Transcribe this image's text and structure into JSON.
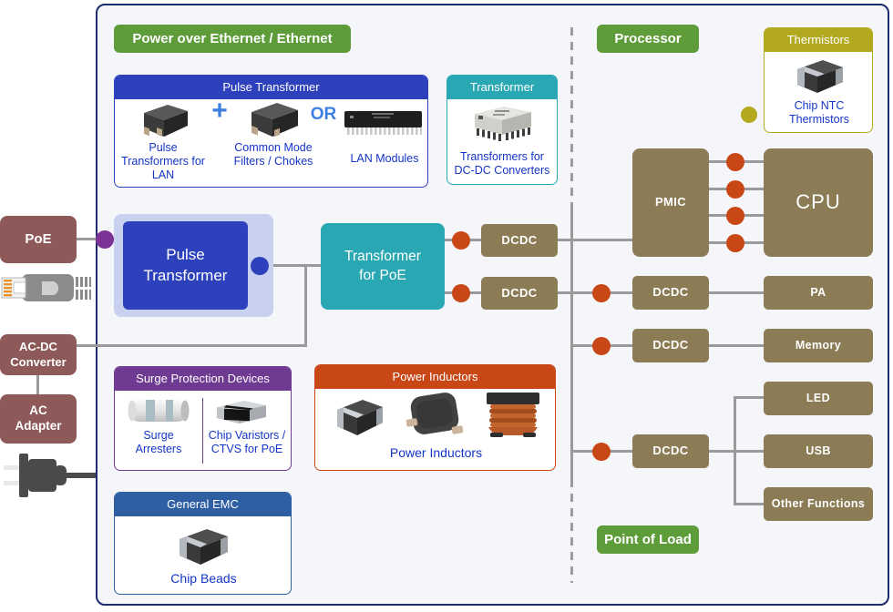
{
  "badges": {
    "poe_ethernet": "Power over Ethernet / Ethernet",
    "processor": "Processor",
    "point_of_load": "Point of Load"
  },
  "source_chain": {
    "poe": "PoE",
    "acdc_converter": "AC-DC Converter",
    "ac_adapter": "AC Adapter"
  },
  "pulse_transformer_box": {
    "header": "Pulse Transformer",
    "item1": "Pulse Transformers for LAN",
    "plus": "+",
    "item2": "Common Mode Filters / Chokes",
    "or": "OR",
    "item3": "LAN Modules"
  },
  "transformer_box": {
    "header": "Transformer",
    "label": "Transformers for DC-DC Converters"
  },
  "thermistors_box": {
    "header": "Thermistors",
    "label": "Chip NTC Thermistors"
  },
  "surge_box": {
    "header": "Surge Protection Devices",
    "item1": "Surge Arresters",
    "item2": "Chip Varistors / CTVS for PoE"
  },
  "inductors_box": {
    "header": "Power Inductors",
    "label": "Power Inductors"
  },
  "emc_box": {
    "header": "General EMC",
    "label": "Chip Beads"
  },
  "flow_blocks": {
    "pulse_transformer": "Pulse Transformer",
    "transformer_for_poe": "Transformer for PoE",
    "dcdc": "DCDC",
    "pmic": "PMIC",
    "cpu": "CPU",
    "pa": "PA",
    "memory": "Memory",
    "led": "LED",
    "usb": "USB",
    "other_functions": "Other Functions"
  },
  "colors": {
    "badge_green": "#5e9c3a",
    "header_blue": "#2e41bd",
    "teal": "#29a7b3",
    "block_olive": "#8b7c55",
    "source_maroon": "#8d5a59",
    "accent_red_orange": "#c94617",
    "surge_purple": "#6f3a92",
    "thermistor_olive": "#b2a91f",
    "emc_navy": "#2f5fa3",
    "link_blue": "#1535c8",
    "line_gray": "#9a9a9a",
    "container_border": "#1d2b6f",
    "container_bg": "#f4f6f9"
  }
}
